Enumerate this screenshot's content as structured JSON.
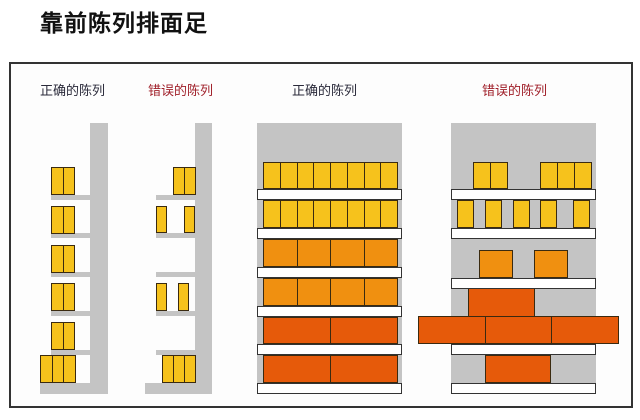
{
  "title": "靠前陈列排面足",
  "labels": {
    "correct_1": "正确的陈列",
    "wrong_1": "错误的陈列",
    "correct_2": "正确的陈列",
    "wrong_2": "错误的陈列"
  },
  "colors": {
    "shelf_gray": "#c4c4c4",
    "yellow": "#f6c21c",
    "orange": "#f09010",
    "dark_orange": "#e65a0a",
    "wrong_label": "#a0202a"
  }
}
